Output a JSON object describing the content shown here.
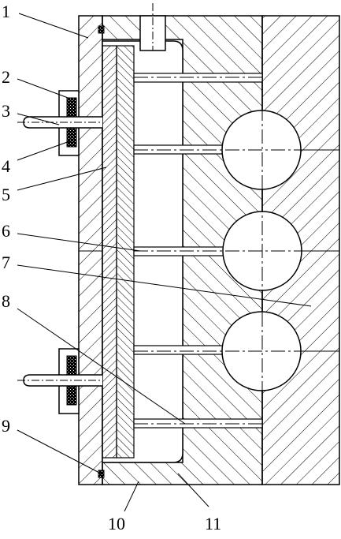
{
  "figure": {
    "callouts": [
      {
        "id": "1",
        "label": "1"
      },
      {
        "id": "2",
        "label": "2"
      },
      {
        "id": "3",
        "label": "3"
      },
      {
        "id": "4",
        "label": "4"
      },
      {
        "id": "5",
        "label": "5"
      },
      {
        "id": "6",
        "label": "6"
      },
      {
        "id": "7",
        "label": "7"
      },
      {
        "id": "8",
        "label": "8"
      },
      {
        "id": "9",
        "label": "9"
      },
      {
        "id": "10",
        "label": "10"
      },
      {
        "id": "11",
        "label": "11"
      }
    ]
  }
}
